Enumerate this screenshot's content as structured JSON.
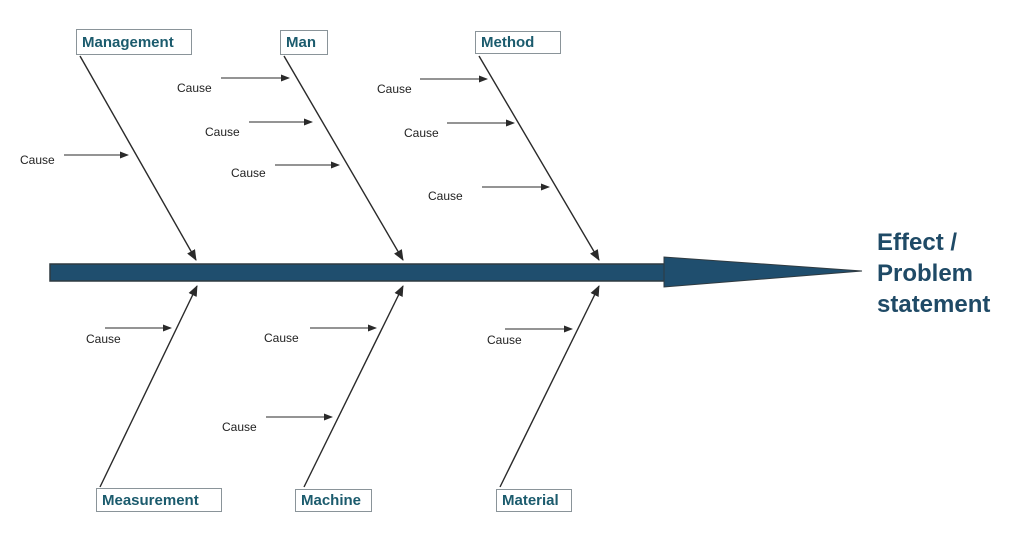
{
  "effect": {
    "line1": "Effect /",
    "line2": "Problem",
    "line3": "statement"
  },
  "categories": {
    "top": [
      {
        "label": "Management",
        "causes": [
          "Cause"
        ]
      },
      {
        "label": "Man",
        "causes": [
          "Cause",
          "Cause",
          "Cause"
        ]
      },
      {
        "label": "Method",
        "causes": [
          "Cause",
          "Cause",
          "Cause"
        ]
      }
    ],
    "bottom": [
      {
        "label": "Measurement",
        "causes": [
          "Cause"
        ]
      },
      {
        "label": "Machine",
        "causes": [
          "Cause",
          "Cause"
        ]
      },
      {
        "label": "Material",
        "causes": [
          "Cause"
        ]
      }
    ]
  },
  "colors": {
    "spine_fill": "#1f4e6e",
    "spine_outline": "#2f3a40",
    "category_text": "#1b5b6d",
    "effect_text": "#1f4a66",
    "bone_line": "#2a2a2a",
    "box_border": "#8a9499",
    "background": "#ffffff"
  }
}
